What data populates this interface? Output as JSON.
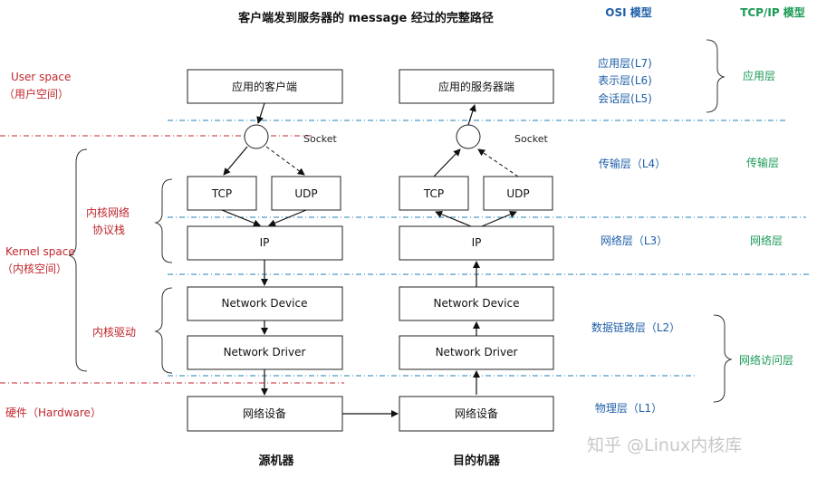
{
  "title": "客户端发到服务器的 message 经过的完整路径",
  "headers": {
    "osi": "OSI 模型",
    "tcpip": "TCP/IP 模型"
  },
  "left_labels": {
    "user_space": "User space",
    "user_space_cn": "（用户空间）",
    "kernel_space": "Kernel space",
    "kernel_space_cn": "（内核空间）",
    "protocol_stack_1": "内核网络",
    "protocol_stack_2": "协议栈",
    "driver": "内核驱动",
    "hardware": "硬件（Hardware）"
  },
  "source": {
    "app": "应用的客户端",
    "socket": "Socket",
    "tcp": "TCP",
    "udp": "UDP",
    "ip": "IP",
    "device": "Network Device",
    "driver": "Network Driver",
    "hw": "网络设备",
    "caption": "源机器"
  },
  "target": {
    "app": "应用的服务器端",
    "socket": "Socket",
    "tcp": "TCP",
    "udp": "UDP",
    "ip": "IP",
    "device": "Network Device",
    "driver": "Network Driver",
    "hw": "网络设备",
    "caption": "目的机器"
  },
  "osi_layers": {
    "l7": "应用层(L7)",
    "l6": "表示层(L6)",
    "l5": "会话层(L5)",
    "l4": "传输层（L4）",
    "l3": "网络层（L3）",
    "l2": "数据链路层（L2）",
    "l1": "物理层（L1）"
  },
  "tcpip_layers": {
    "app": "应用层",
    "transport": "传输层",
    "network": "网络层",
    "access": "网络访问层"
  },
  "watermark": "知乎 @Linux内核库",
  "colors": {
    "red": "#c0272d",
    "blue": "#1f5fa8",
    "green": "#1a9a55",
    "sep_blue": "#1f7fb5"
  }
}
